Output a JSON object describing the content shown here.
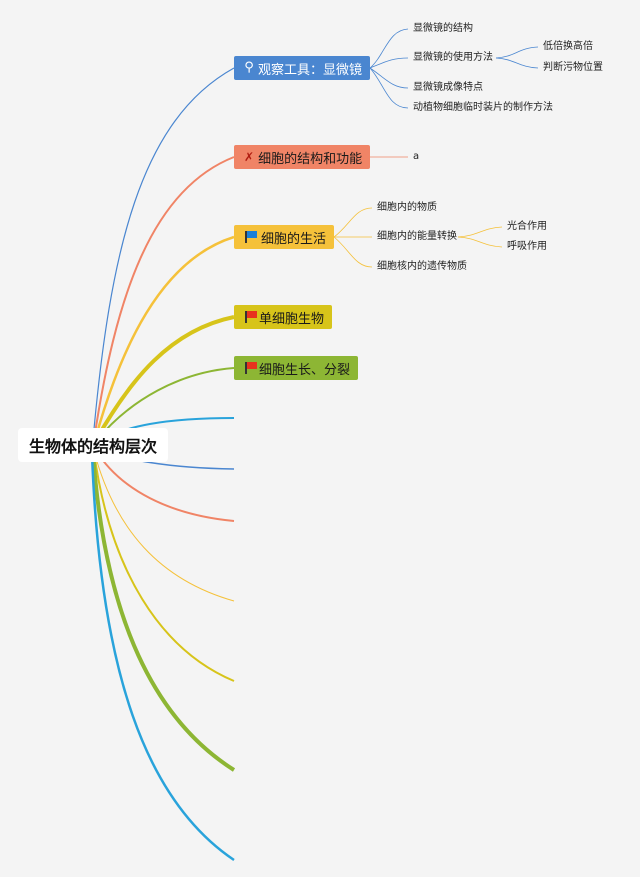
{
  "root": {
    "label": "生物体的结构层次"
  },
  "branches": [
    {
      "label": "观察工具：显微镜",
      "icon": "microscope-icon",
      "color": "#4a86d0"
    },
    {
      "label": "细胞的结构和功能",
      "icon": "needle-icon",
      "color": "#f08466"
    },
    {
      "label": "细胞的生活",
      "icon": "flag-blue-icon",
      "color": "#f5c13a"
    },
    {
      "label": "单细胞生物",
      "icon": "flag-red-icon",
      "color": "#d7c41a"
    },
    {
      "label": "细胞生长、分裂",
      "icon": "flag-red-icon",
      "color": "#8db634"
    }
  ],
  "microscope_children": [
    {
      "label": "显微镜的结构"
    },
    {
      "label": "显微镜的使用方法",
      "children": [
        {
          "label": "低倍换高倍"
        },
        {
          "label": "判断污物位置"
        }
      ]
    },
    {
      "label": "显微镜成像特点"
    },
    {
      "label": "动植物细胞临时装片的制作方法"
    }
  ],
  "cell_structure_children": [
    {
      "label": "a"
    }
  ],
  "cell_life_children": [
    {
      "label": "细胞内的物质"
    },
    {
      "label": "细胞内的能量转换",
      "children": [
        {
          "label": "光合作用"
        },
        {
          "label": "呼吸作用"
        }
      ]
    },
    {
      "label": "细胞核内的遗传物质"
    }
  ],
  "lower_curve_colors": [
    "#29a3db",
    "#4a86d0",
    "#f08466",
    "#f5c13a",
    "#d7c41a",
    "#8db634",
    "#29a3db"
  ]
}
